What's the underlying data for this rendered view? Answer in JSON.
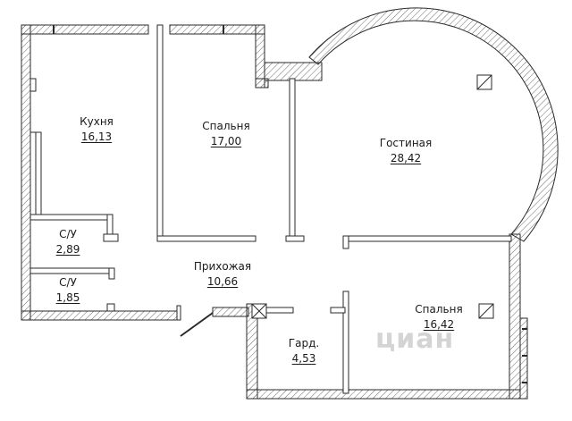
{
  "rooms": {
    "kitchen": {
      "name": "Кухня",
      "area": "16,13"
    },
    "bedroom1": {
      "name": "Спальня",
      "area": "17,00"
    },
    "living": {
      "name": "Гостиная",
      "area": "28,42"
    },
    "bath1": {
      "name": "С/У",
      "area": "2,89"
    },
    "bath2": {
      "name": "С/У",
      "area": "1,85"
    },
    "hall": {
      "name": "Прихожая",
      "area": "10,66"
    },
    "bedroom2": {
      "name": "Спальня",
      "area": "16,42"
    },
    "wardrobe": {
      "name": "Гард.",
      "area": "4,53"
    }
  },
  "watermark": "циан",
  "colors": {
    "wall_outline": "#2a2a2a",
    "hatch": "#6a6a6a",
    "text": "#1a1a1a",
    "watermark": "#d4d4d4"
  }
}
